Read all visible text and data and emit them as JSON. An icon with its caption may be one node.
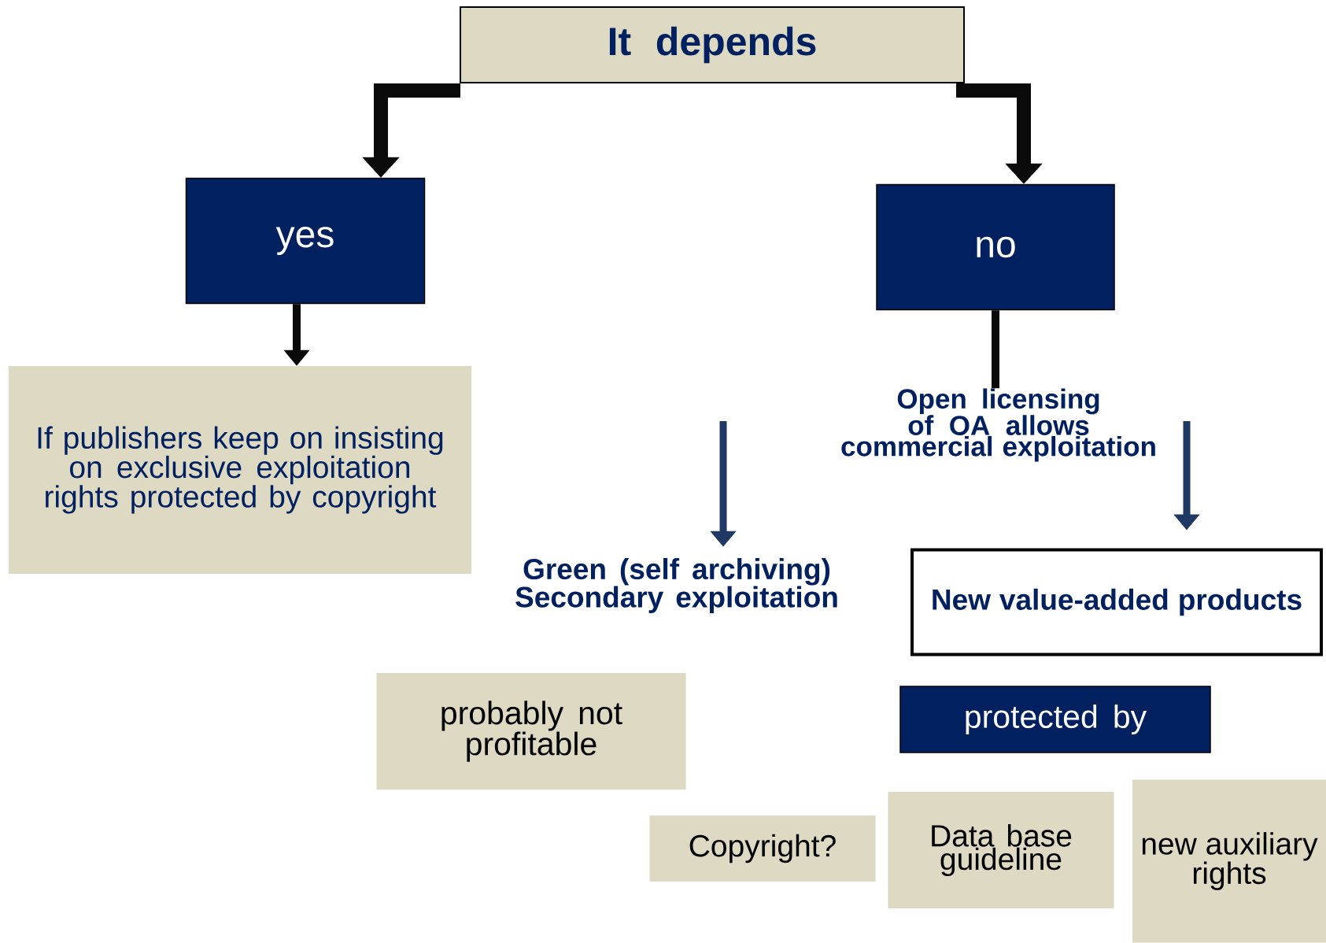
{
  "diagram": {
    "nodes": [
      {
        "text": [
          "It depends"
        ]
      },
      {
        "text": [
          "yes"
        ]
      },
      {
        "text": [
          "no"
        ]
      },
      {
        "text": [
          "If publishers keep on insisting on exclusive exploitation rights protected by copyright"
        ]
      },
      {
        "text": [
          "Open licensing of OA allows commercial exploitation"
        ]
      },
      {
        "text": [
          "Green (self archiving) Secondary exploitation"
        ]
      },
      {
        "text": [
          "New value-added products"
        ]
      },
      {
        "text": [
          "probably not profitable"
        ]
      },
      {
        "text": [
          "protected by"
        ]
      },
      {
        "text": [
          "Copyright?"
        ]
      },
      {
        "text": [
          "Data base guideline"
        ]
      },
      {
        "text": [
          "new auxiliary rights"
        ]
      }
    ],
    "edges": [
      {
        "from": 0,
        "to": 1,
        "arrow": "to",
        "style": "thick"
      },
      {
        "from": 0,
        "to": 2,
        "arrow": "to",
        "style": "thick"
      },
      {
        "from": 1,
        "to": 3,
        "arrow": "to"
      },
      {
        "from": 2,
        "to": 4,
        "arrow": "none"
      },
      {
        "from": null,
        "to": 5,
        "arrow": "to",
        "color": "#1f3864"
      },
      {
        "from": null,
        "to": 6,
        "arrow": "to",
        "color": "#1f3864"
      }
    ]
  }
}
